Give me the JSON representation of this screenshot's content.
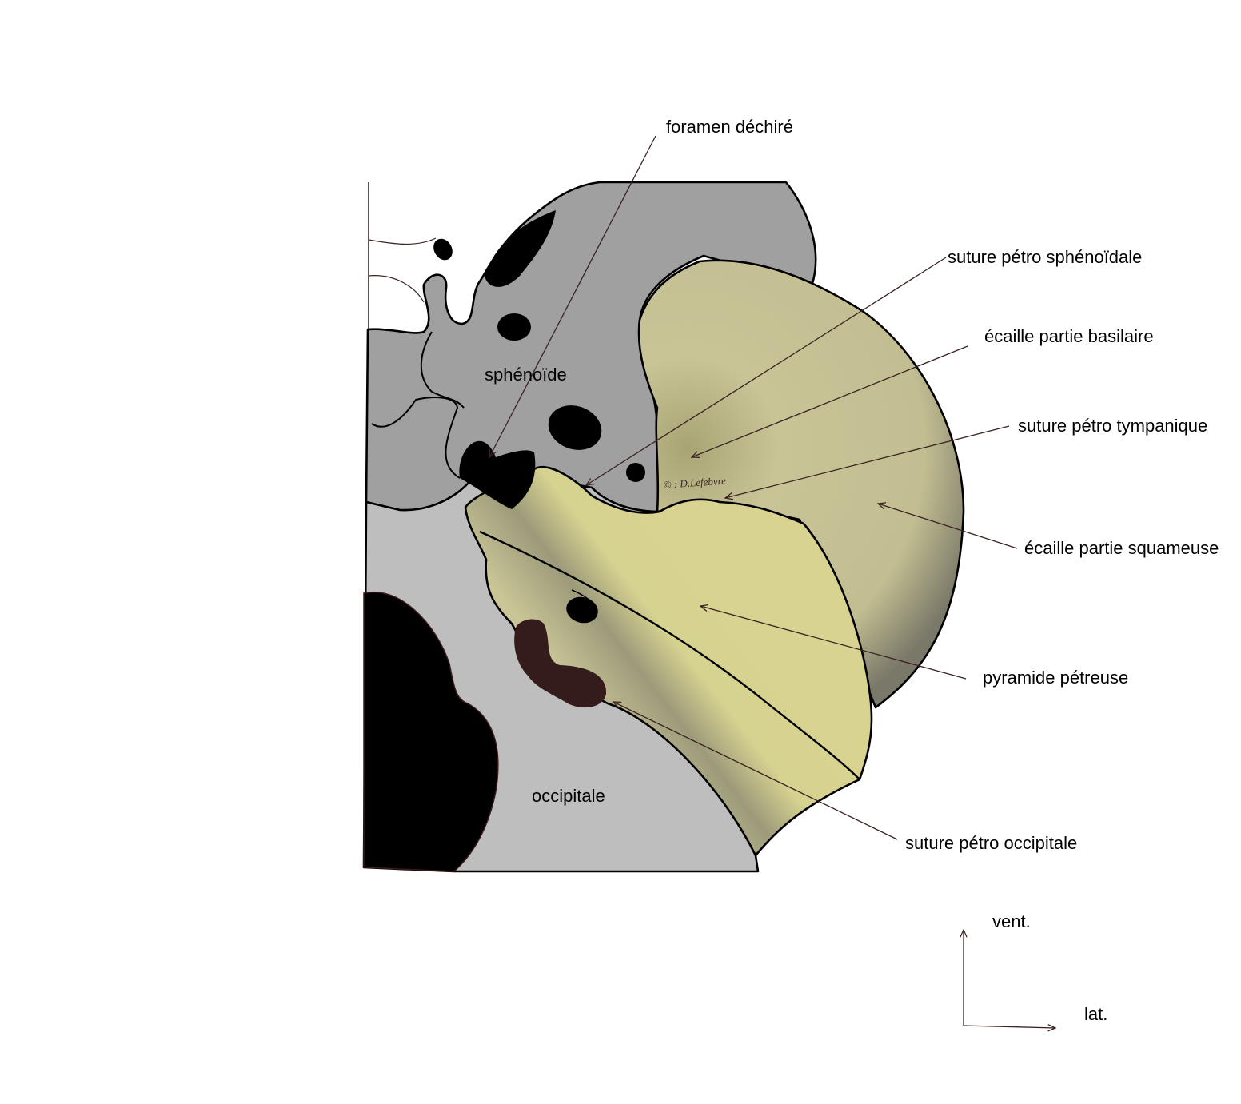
{
  "labels": {
    "foramen_dechire": "foramen déchiré",
    "suture_petro_sphenoidale": "suture pétro sphénoïdale",
    "ecaille_partie_basilaire": "écaille partie basilaire",
    "suture_petro_tympanique": "suture pétro tympanique",
    "ecaille_partie_squameuse": "écaille partie squameuse",
    "pyramide_petreuse": "pyramide pétreuse",
    "suture_petro_occipitale": "suture pétro occipitale",
    "sphenoide": "sphénoïde",
    "occipitale": "occipitale"
  },
  "orientation": {
    "ventral": "vent.",
    "lateral": "lat."
  },
  "signature": "© : D.Lefebvre",
  "colors": {
    "sphenoid": "#a0a0a0",
    "occipital": "#bebebe",
    "squama": "#c8c494",
    "pyramid": "#d6d192",
    "foramen": "#000000",
    "dark_fossa": "#351c1c",
    "leader": "#3a2222"
  }
}
